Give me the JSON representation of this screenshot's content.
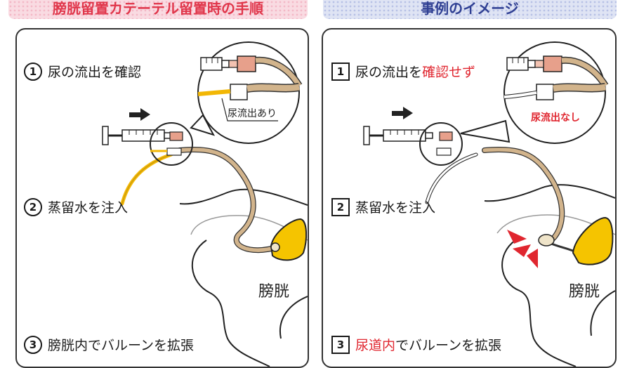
{
  "headers": {
    "left": "膀胱留置カテーテル留置時の手順",
    "right": "事例のイメージ"
  },
  "left_panel": {
    "step1": {
      "num": "1",
      "text": "尿の流出を確認"
    },
    "step2": {
      "num": "2",
      "text": "蒸留水を注入"
    },
    "step3": {
      "num": "3",
      "text": "膀胱内でバルーンを拡張"
    },
    "callout_label": "尿流出あり",
    "organ_label": "膀胱"
  },
  "right_panel": {
    "step1": {
      "num": "1",
      "text_a": "尿の流出を",
      "text_b": "確認せず"
    },
    "step2": {
      "num": "2",
      "text": "蒸留水を注入"
    },
    "step3": {
      "num": "3",
      "text_a": "尿道内",
      "text_b": "でバルーンを拡張"
    },
    "callout_label": "尿流出なし",
    "organ_label": "膀胱"
  },
  "colors": {
    "header_left_text": "#e0354a",
    "header_right_text": "#2f3f93",
    "catheter": "#d2b48c",
    "urine": "#f2b705",
    "bladder": "#f5c400",
    "alert": "#e0262f"
  }
}
